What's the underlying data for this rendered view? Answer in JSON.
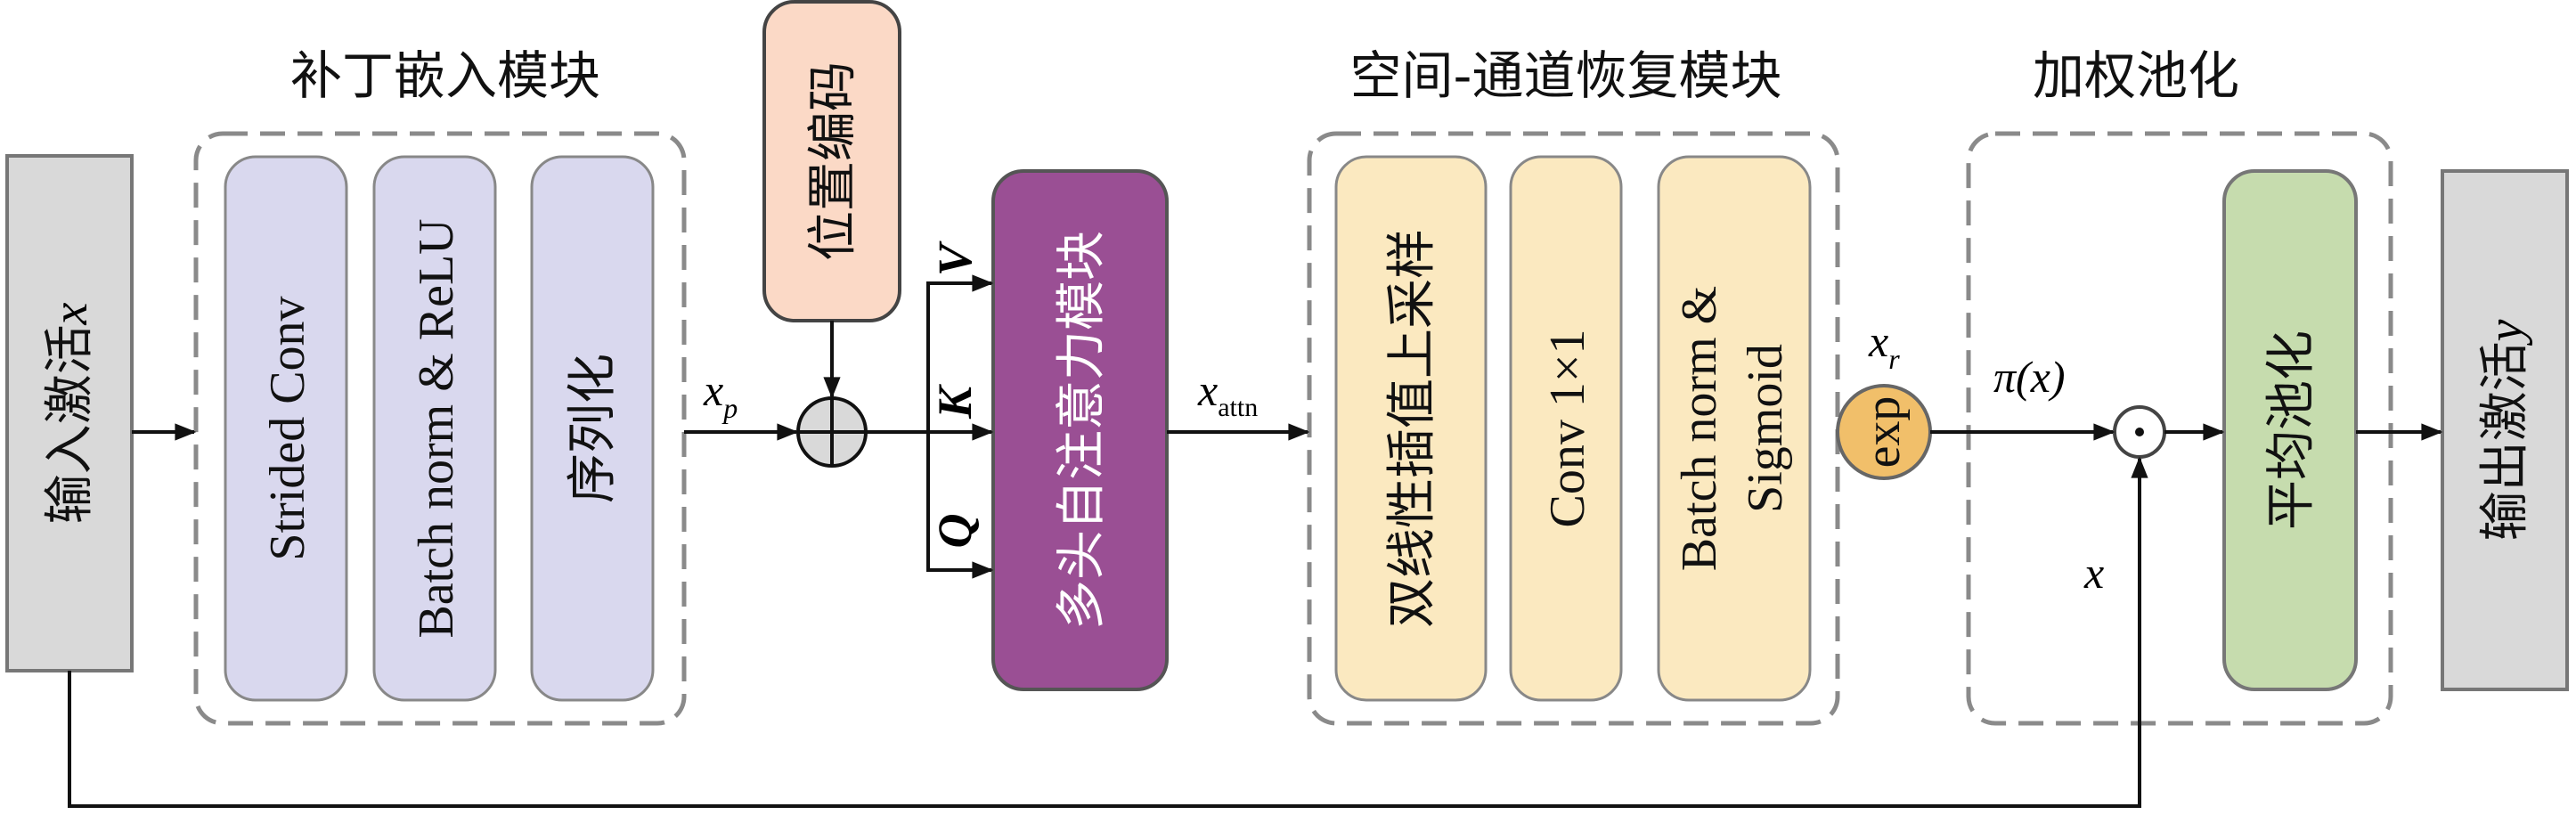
{
  "input_block": {
    "label": "输入激活",
    "var": "x"
  },
  "output_block": {
    "label": "输出激活",
    "var": "y"
  },
  "patch_embed": {
    "title": "补丁嵌入模块",
    "boxes": [
      "Strided Conv",
      "Batch norm & ReLU",
      "序列化"
    ]
  },
  "pos_enc": {
    "label": "位置编码"
  },
  "mhsa": {
    "label": "多头自注意力模块"
  },
  "qkv": {
    "v": "V",
    "k": "K",
    "q": "Q"
  },
  "xp": {
    "base": "x",
    "sub": "p"
  },
  "xattn": {
    "base": "x",
    "sub": "attn"
  },
  "spatial": {
    "title": "空间-通道恢复模块",
    "boxes": [
      "双线性插值上采样",
      "Conv 1×1",
      "Batch norm &",
      "Sigmoid"
    ]
  },
  "xr": {
    "base": "x",
    "sub": "r"
  },
  "exp_node": {
    "label": "exp"
  },
  "pi_label": "π(x)",
  "x_skip_label": "x",
  "weighted_pool": {
    "title": "加权池化",
    "box": "平均池化"
  },
  "colors": {
    "gray_block": "#d9d9d9",
    "lavender": "#d9d8ee",
    "peach": "#fbd9c6",
    "purple": "#9a4f94",
    "cream": "#fbe9c0",
    "green": "#c6dcae",
    "exp_orange": "#f1bf6a"
  }
}
